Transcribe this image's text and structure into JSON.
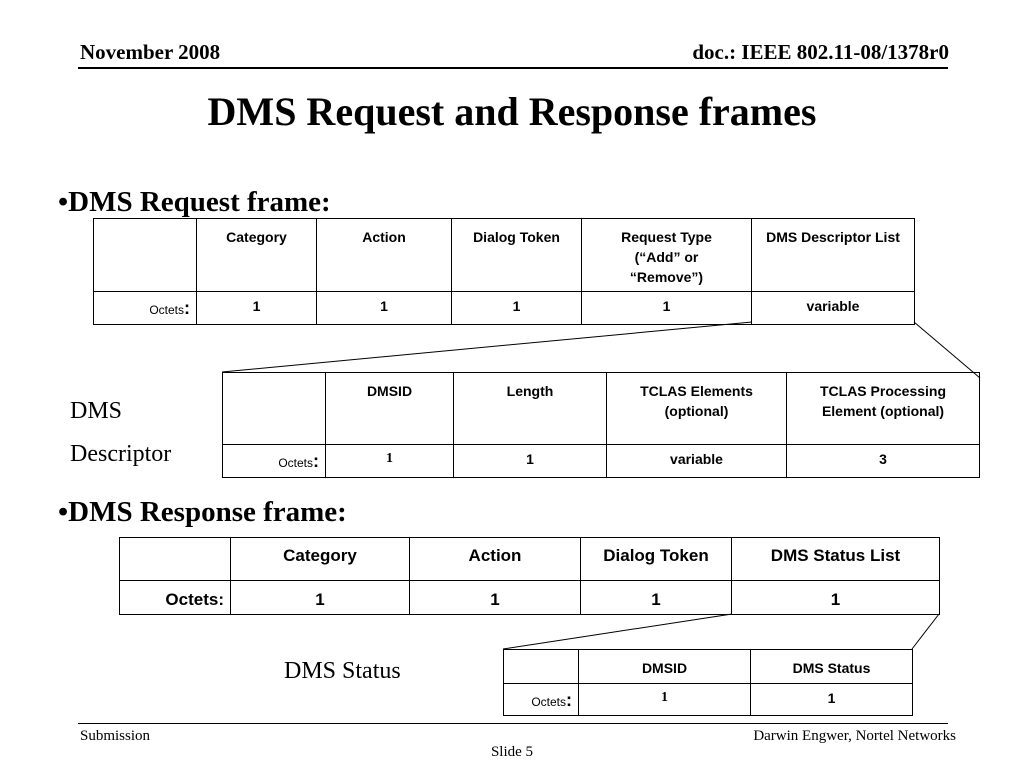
{
  "header": {
    "date": "November 2008",
    "doc_id": "doc.: IEEE 802.11-08/1378r0"
  },
  "slide_title": "DMS Request and Response frames",
  "request_section": {
    "bullet": "•DMS Request frame:",
    "table": {
      "headers": [
        "Category",
        "Action",
        "Dialog Token",
        "Request Type (“Add” or “Remove”)",
        "DMS Descriptor List"
      ],
      "octets_label": "Octets",
      "octets_colon": ":",
      "values": [
        "1",
        "1",
        "1",
        "1",
        "variable"
      ]
    }
  },
  "descriptor_section": {
    "label_line1": "DMS",
    "label_line2": "Descriptor",
    "table": {
      "headers": [
        "DMSID",
        "Length",
        "TCLAS Elements (optional)",
        "TCLAS Processing Element (optional)"
      ],
      "octets_label": "Octets",
      "octets_colon": ":",
      "values": [
        "1",
        "1",
        "variable",
        "3"
      ]
    }
  },
  "response_section": {
    "bullet": "•DMS Response frame:",
    "table": {
      "headers": [
        "Category",
        "Action",
        "Dialog Token",
        "DMS Status List"
      ],
      "octets_label": "Octets:",
      "values": [
        "1",
        "1",
        "1",
        "1"
      ]
    }
  },
  "status_section": {
    "label": "DMS Status",
    "table": {
      "headers": [
        "DMSID",
        "DMS Status"
      ],
      "octets_label": "Octets",
      "octets_colon": ":",
      "values": [
        "1",
        "1"
      ]
    }
  },
  "footer": {
    "left": "Submission",
    "center": "Slide 5",
    "right": "Darwin Engwer, Nortel Networks"
  }
}
